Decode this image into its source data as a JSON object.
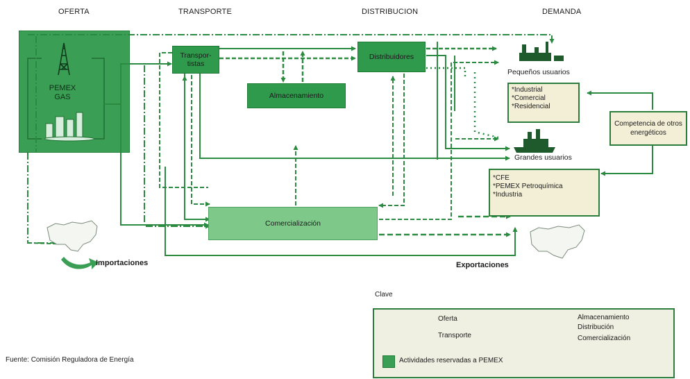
{
  "columns": {
    "oferta": "OFERTA",
    "transporte": "TRANSPORTE",
    "distribucion": "DISTRIBUCION",
    "demanda": "DEMANDA"
  },
  "nodes": {
    "pemex_gas": "PEMEX GAS",
    "transportistas": "Transpor-tistas",
    "distribuidores": "Distribuidores",
    "almacenamiento": "Almacenamiento",
    "comercializacion": "Comercialización",
    "competencia": "Competencia de otros energéticos"
  },
  "demand": {
    "pequenos_usuarios": "Pequeños usuarios",
    "pequenos_list": [
      "*Industrial",
      "*Comercial",
      "*Residencial"
    ],
    "grandes_usuarios": "Grandes usuarios",
    "grandes_list": [
      "*CFE",
      "*PEMEX Petroquímica",
      "*Industria"
    ]
  },
  "trade": {
    "importaciones": "Importaciones",
    "exportaciones": "Exportaciones"
  },
  "legend": {
    "title": "Clave",
    "oferta": "Oferta",
    "transporte": "Transporte",
    "almacenamiento": "Almacenamiento",
    "distribucion": "Distribución",
    "comercializacion": "Comercialización",
    "reservadas": "Actividades reservadas a PEMEX"
  },
  "source": "Fuente: Comisión Reguladora de Energía",
  "colors": {
    "line": "#2a8a3f",
    "pemex_dark": "#2f9a4c",
    "pemex_light": "#7ec98a",
    "cream": "#f3efd6"
  }
}
